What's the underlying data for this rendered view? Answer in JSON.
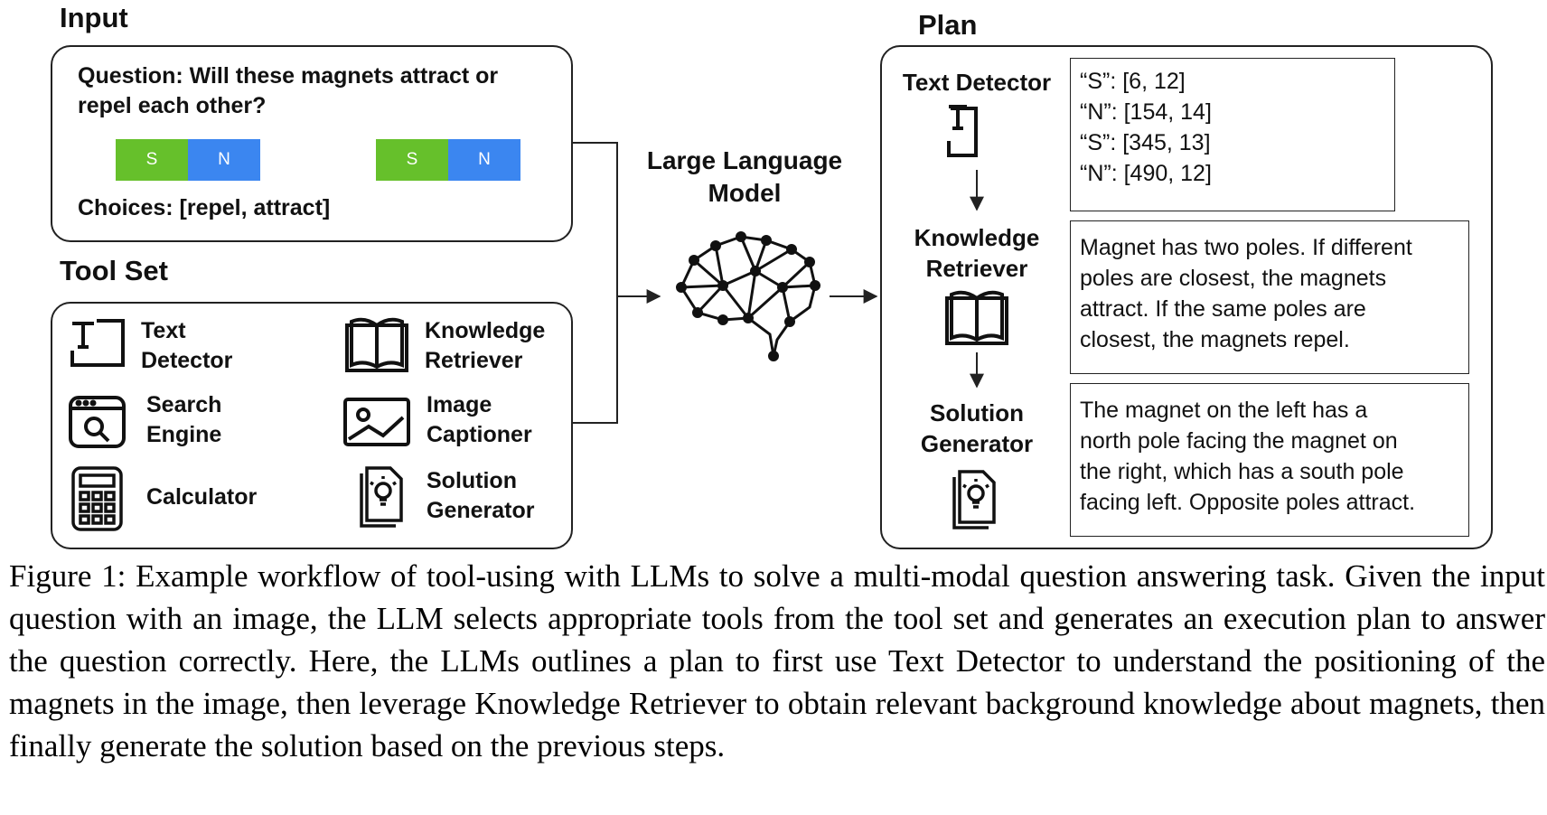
{
  "input": {
    "title": "Input",
    "question_line1": "Question: Will these magnets attract or",
    "question_line2": "repel each other?",
    "magnets": [
      {
        "left_pole": "S",
        "right_pole": "N"
      },
      {
        "left_pole": "S",
        "right_pole": "N"
      }
    ],
    "choices": "Choices: [repel, attract]"
  },
  "toolset": {
    "title": "Tool Set",
    "tools": [
      {
        "line1": "Text",
        "line2": "Detector",
        "icon": "text-detector-icon"
      },
      {
        "line1": "Knowledge",
        "line2": "Retriever",
        "icon": "book-icon"
      },
      {
        "line1": "Search",
        "line2": "Engine",
        "icon": "search-engine-icon"
      },
      {
        "line1": "Image",
        "line2": "Captioner",
        "icon": "image-icon"
      },
      {
        "line1": "Calculator",
        "line2": "",
        "icon": "calculator-icon"
      },
      {
        "line1": "Solution",
        "line2": "Generator",
        "icon": "lightbulb-document-icon"
      }
    ]
  },
  "llm": {
    "line1": "Large Language",
    "line2": "Model",
    "icon": "brain-network-icon"
  },
  "plan": {
    "title": "Plan",
    "steps": [
      {
        "line1": "Text Detector",
        "line2": "",
        "icon": "text-detector-icon",
        "output_lines": [
          "“S”: [6, 12]",
          "“N”: [154, 14]",
          "“S”: [345, 13]",
          "“N”: [490, 12]"
        ]
      },
      {
        "line1": "Knowledge",
        "line2": "Retriever",
        "icon": "book-icon",
        "output_lines": [
          "Magnet has two poles. If different",
          "poles are closest, the magnets",
          "attract. If the same poles are",
          "closest, the magnets repel."
        ]
      },
      {
        "line1": "Solution",
        "line2": "Generator",
        "icon": "lightbulb-document-icon",
        "output_lines": [
          "The magnet on the left has a",
          "north pole facing the magnet on",
          "the right, which has a south pole",
          "facing left. Opposite poles attract."
        ]
      }
    ]
  },
  "caption": "Figure 1: Example workflow of tool-using with LLMs to solve a multi-modal question answering task. Given the input question with an image, the LLM selects appropriate tools from the tool set and generates an execution plan to answer the question correctly. Here, the LLMs outlines a plan to first use Text Detector to understand the positioning of the magnets in the image, then leverage Knowledge Retriever to obtain relevant background knowledge about magnets, then finally generate the solution based on the previous steps."
}
